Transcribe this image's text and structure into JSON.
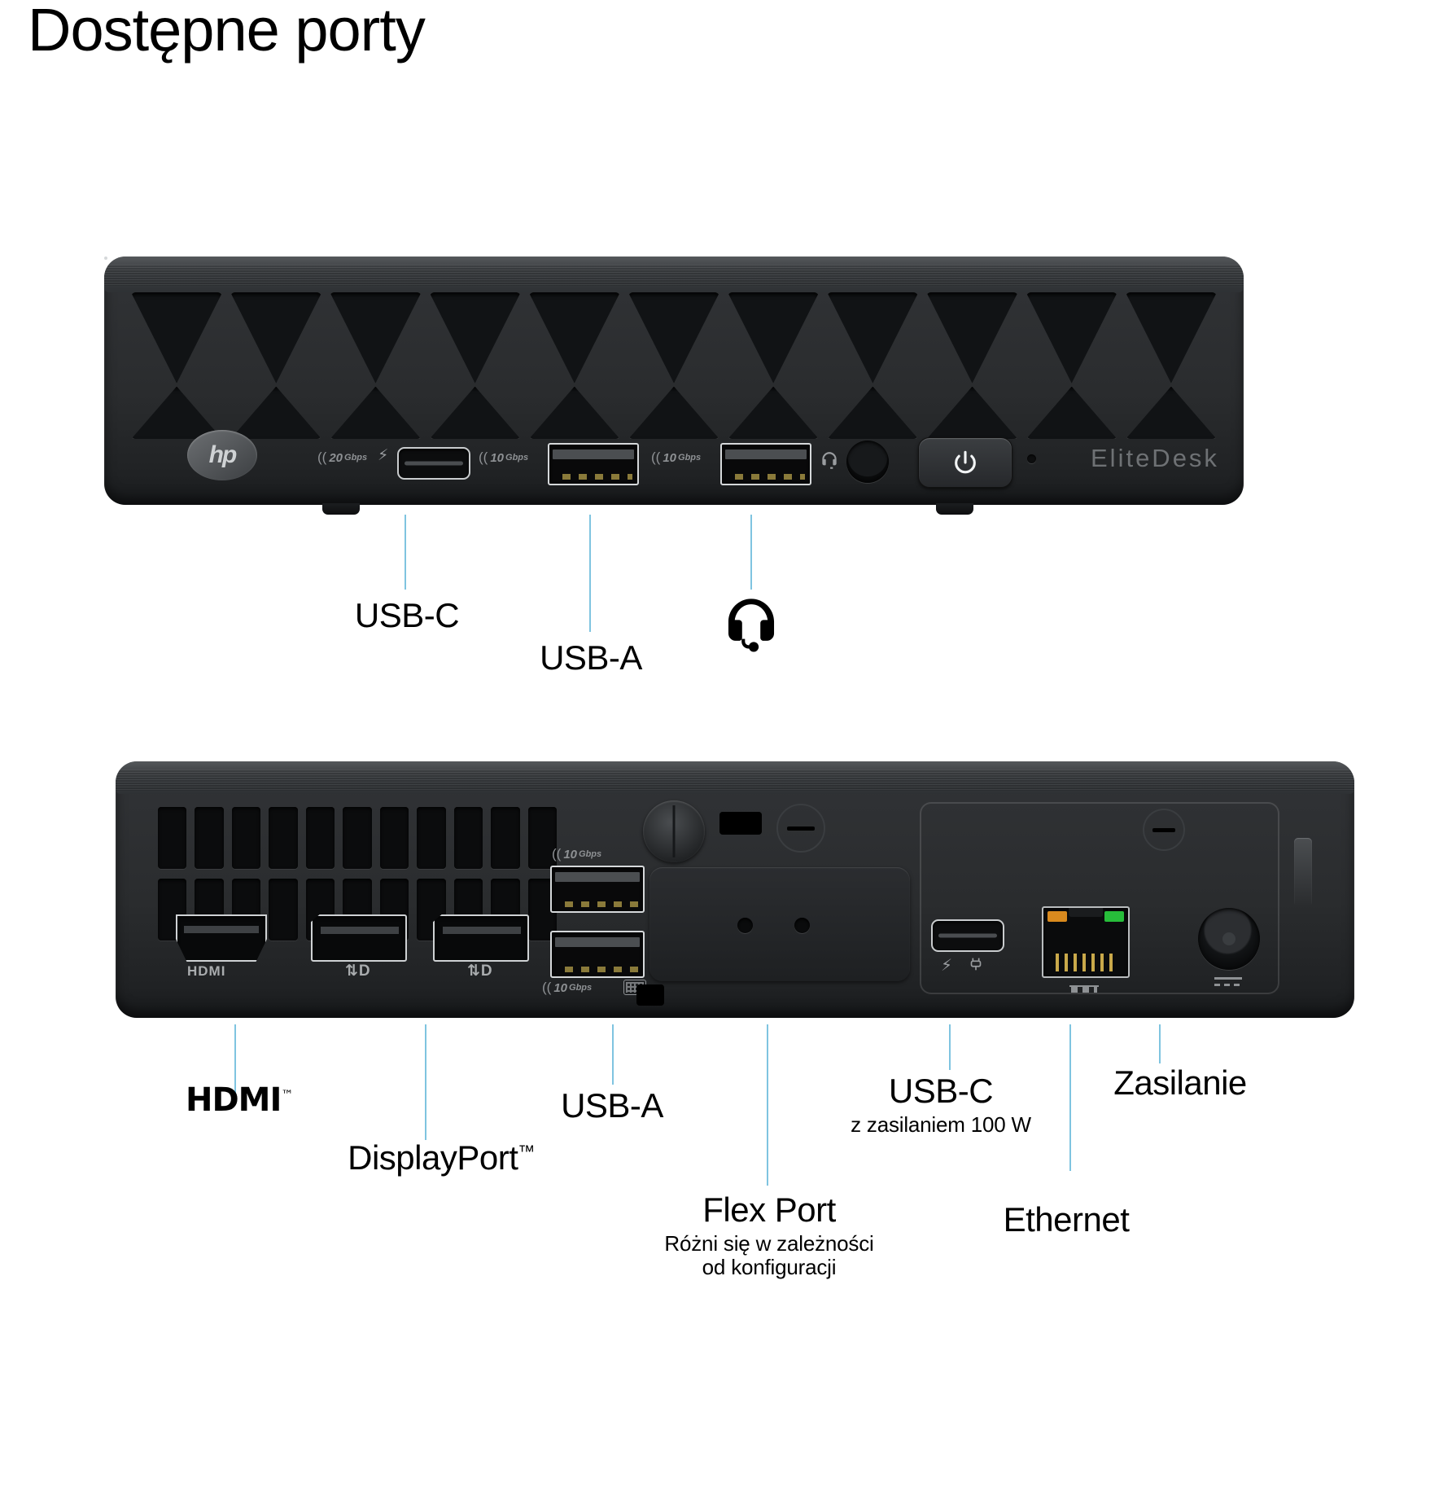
{
  "page": {
    "title": "Dostępne porty",
    "accent_line_color": "#7fc4e0",
    "background": "#ffffff"
  },
  "front_device": {
    "brand_badge": "hp",
    "product_name": "EliteDesk",
    "ports": [
      {
        "id": "usb-c-front",
        "type": "usb-c",
        "speed_mark": "20",
        "speed_unit": "Gbps",
        "thunderbolt": true
      },
      {
        "id": "usb-a-front-1",
        "type": "usb-a",
        "speed_mark": "10",
        "speed_unit": "Gbps"
      },
      {
        "id": "usb-a-front-2",
        "type": "usb-a",
        "speed_mark": "10",
        "speed_unit": "Gbps"
      },
      {
        "id": "headset-jack",
        "type": "audio-jack",
        "icon": "headset-icon"
      },
      {
        "id": "power-button",
        "type": "button",
        "icon": "power-icon"
      },
      {
        "id": "activity-led",
        "type": "led"
      }
    ],
    "callouts": [
      {
        "label": "USB-C",
        "sub": "",
        "sub2": "",
        "icon": ""
      },
      {
        "label": "USB-A",
        "sub": "",
        "sub2": "",
        "icon": ""
      },
      {
        "label": "",
        "sub": "",
        "sub2": "",
        "icon": "headset-icon"
      }
    ]
  },
  "rear_device": {
    "ports": [
      {
        "id": "hdmi",
        "type": "hdmi",
        "mark": "HDMI"
      },
      {
        "id": "displayport-1",
        "type": "displayport",
        "mark": "D"
      },
      {
        "id": "displayport-2",
        "type": "displayport",
        "mark": "D"
      },
      {
        "id": "usb-a-rear-1",
        "type": "usb-a",
        "speed_mark": "10",
        "speed_unit": "Gbps"
      },
      {
        "id": "usb-a-rear-2",
        "type": "usb-a",
        "speed_mark": "10",
        "speed_unit": "Gbps",
        "icon": "keyboard-icon"
      },
      {
        "id": "flex-port",
        "type": "blank-panel"
      },
      {
        "id": "usb-c-rear",
        "type": "usb-c",
        "icons": [
          "thunderbolt-icon",
          "power-delivery-icon"
        ]
      },
      {
        "id": "ethernet",
        "type": "rj45",
        "icon": "network-icon",
        "led_left": "#d98a1e",
        "led_right": "#27bd3a"
      },
      {
        "id": "power-in",
        "type": "dc-barrel",
        "icon": "dc-icon"
      }
    ],
    "callouts": [
      {
        "label": "HDMI",
        "tm": "™",
        "sub": "",
        "sub2": "",
        "style": "logo"
      },
      {
        "label": "DisplayPort",
        "tm": "™",
        "sub": "",
        "sub2": "",
        "style": "text"
      },
      {
        "label": "USB-A",
        "tm": "",
        "sub": "",
        "sub2": "",
        "style": "text"
      },
      {
        "label": "Flex Port",
        "tm": "",
        "sub": "Różni się w zależności",
        "sub2": "od konfiguracji",
        "style": "text"
      },
      {
        "label": "USB-C",
        "tm": "",
        "sub": "z zasilaniem 100 W",
        "sub2": "",
        "style": "text"
      },
      {
        "label": "Ethernet",
        "tm": "",
        "sub": "",
        "sub2": "",
        "style": "text"
      },
      {
        "label": "Zasilanie",
        "tm": "",
        "sub": "",
        "sub2": "",
        "style": "text"
      }
    ]
  }
}
